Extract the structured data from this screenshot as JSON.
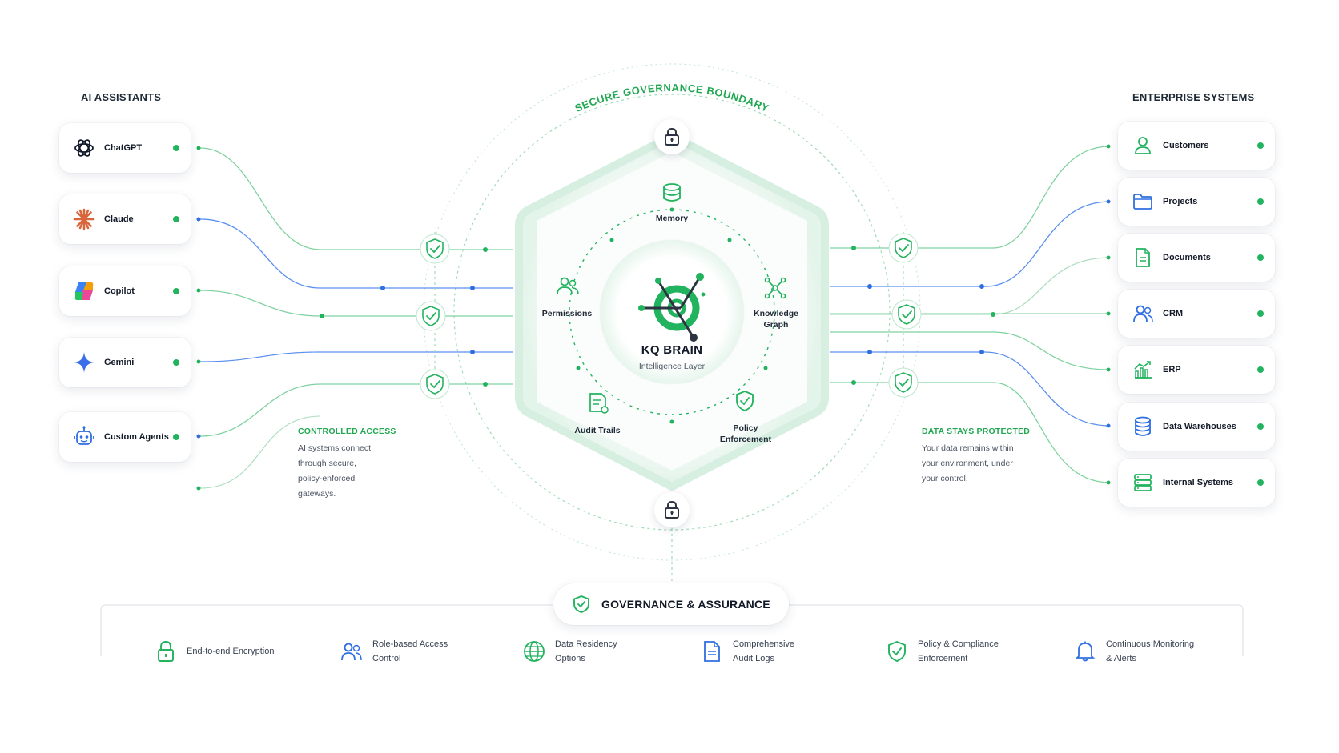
{
  "boundary_label": "SECURE GOVERNANCE BOUNDARY",
  "left_section": {
    "title": "AI ASSISTANTS",
    "items": [
      {
        "label": "ChatGPT",
        "icon": "chatgpt-icon"
      },
      {
        "label": "Claude",
        "icon": "claude-icon"
      },
      {
        "label": "Copilot",
        "icon": "copilot-icon"
      },
      {
        "label": "Gemini",
        "icon": "gemini-icon"
      },
      {
        "label": "Custom Agents",
        "icon": "robot-icon"
      }
    ]
  },
  "right_section": {
    "title": "ENTERPRISE SYSTEMS",
    "items": [
      {
        "label": "Customers",
        "icon": "user-icon"
      },
      {
        "label": "Projects",
        "icon": "folder-icon"
      },
      {
        "label": "Documents",
        "icon": "document-icon"
      },
      {
        "label": "CRM",
        "icon": "users-icon"
      },
      {
        "label": "ERP",
        "icon": "bar-chart-icon"
      },
      {
        "label": "Data Warehouses",
        "icon": "database-icon"
      },
      {
        "label": "Internal Systems",
        "icon": "server-icon"
      }
    ]
  },
  "left_note": {
    "title": "CONTROLLED ACCESS",
    "lines": [
      "AI systems connect",
      "through secure,",
      "policy-enforced",
      "gateways."
    ]
  },
  "right_note": {
    "title": "DATA STAYS PROTECTED",
    "lines": [
      "Your data remains within",
      "your environment, under",
      "your control."
    ]
  },
  "center": {
    "title": "KQ BRAIN",
    "subtitle": "Intelligence Layer",
    "nodes": [
      {
        "label": "Memory",
        "icon": "database-icon"
      },
      {
        "label": "Knowledge\nGraph",
        "icon": "graph-icon"
      },
      {
        "label": "Policy\nEnforcement",
        "icon": "shield-check-icon"
      },
      {
        "label": "Audit Trails",
        "icon": "audit-doc-icon"
      },
      {
        "label": "Permissions",
        "icon": "users-icon"
      }
    ]
  },
  "governance": {
    "title": "GOVERNANCE & ASSURANCE",
    "items": [
      {
        "lines": [
          "End-to-end Encryption"
        ],
        "icon": "lock-icon"
      },
      {
        "lines": [
          "Role-based Access",
          "Control"
        ],
        "icon": "users-icon"
      },
      {
        "lines": [
          "Data Residency",
          "Options"
        ],
        "icon": "globe-icon"
      },
      {
        "lines": [
          "Comprehensive",
          "Audit Logs"
        ],
        "icon": "document-icon"
      },
      {
        "lines": [
          "Policy & Compliance",
          "Enforcement"
        ],
        "icon": "shield-check-icon"
      },
      {
        "lines": [
          "Continuous Monitoring",
          "& Alerts"
        ],
        "icon": "bell-icon"
      }
    ]
  },
  "colors": {
    "green": "#22b35e",
    "blue": "#2f6fe0",
    "text": "#111827"
  }
}
